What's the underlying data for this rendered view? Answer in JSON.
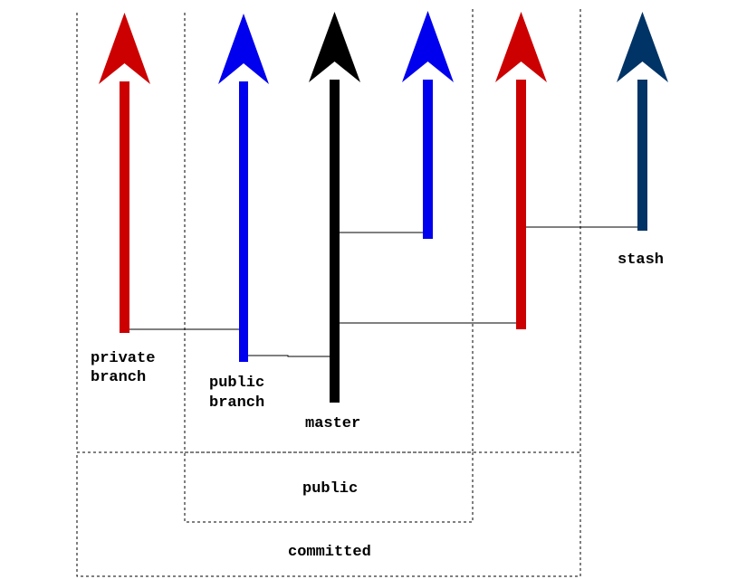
{
  "colors": {
    "private_branch": "#cc0000",
    "public_branch": "#0000ee",
    "master": "#000000",
    "public_branch_2": "#0000ee",
    "private_branch_2": "#cc0000",
    "stash": "#003366"
  },
  "labels": {
    "private_branch_line1": "private",
    "private_branch_line2": "branch",
    "public_branch_line1": "public",
    "public_branch_line2": "branch",
    "master": "master",
    "stash": "stash",
    "public_region": "public",
    "committed_region": "committed"
  }
}
